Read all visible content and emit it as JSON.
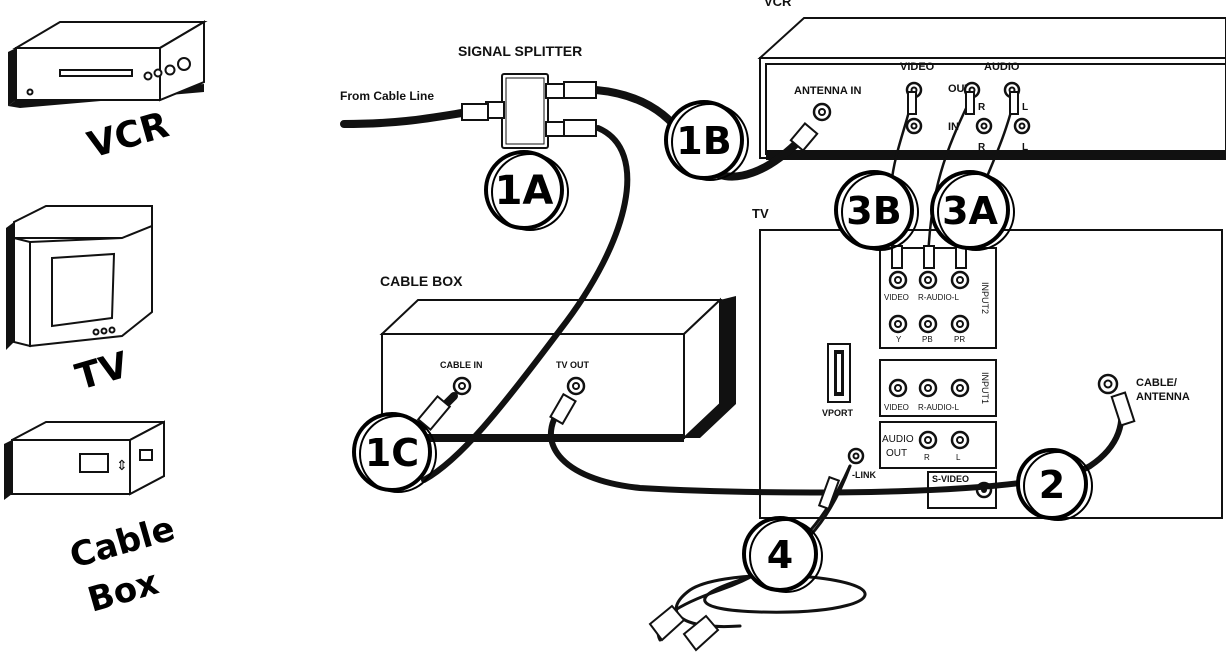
{
  "legend": {
    "vcr": "VCR",
    "tv": "TV",
    "cable_box_line1": "Cable",
    "cable_box_line2": "Box"
  },
  "labels": {
    "vcr_device": "VCR",
    "signal_splitter": "SIGNAL SPLITTER",
    "from_cable_line": "From Cable Line",
    "cable_box": "CABLE BOX",
    "tv_device": "TV",
    "cable_in": "CABLE IN",
    "tv_out": "TV OUT",
    "antenna_in": "ANTENNA IN",
    "video": "VIDEO",
    "audio": "AUDIO",
    "out": "OUT",
    "in": "IN",
    "r": "R",
    "l": "L",
    "vport": "VPORT",
    "cable_antenna_1": "CABLE/",
    "cable_antenna_2": "ANTENNA",
    "input2": "INPUT2",
    "input1": "INPUT1",
    "r_audio_l": "R-AUDIO-L",
    "y": "Y",
    "pb": "PB",
    "pr": "PR",
    "audio_out_1": "AUDIO",
    "audio_out_2": "OUT",
    "s_video": "S-VIDEO",
    "g_link": "-LINK"
  },
  "steps": [
    "1A",
    "1B",
    "1C",
    "2",
    "3A",
    "3B",
    "4"
  ]
}
